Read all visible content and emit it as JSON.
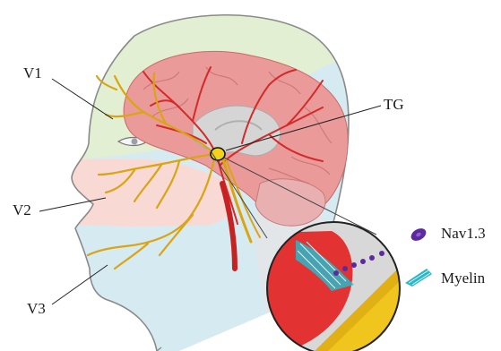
{
  "diagram": {
    "labels": {
      "v1": "V1",
      "v2": "V2",
      "v3": "V3",
      "tg": "TG"
    },
    "legend": [
      {
        "id": "nav13",
        "label": "Nav1.3",
        "icon": "nav1.3-channel-icon",
        "color": "#5b2a9e"
      },
      {
        "id": "myelin",
        "label": "Myelin",
        "icon": "myelin-icon",
        "color": "#2bb7c8"
      }
    ],
    "colors": {
      "v1_region": "#e3efd2",
      "v2_region": "#f9d9d4",
      "v3_region": "#d6eaf2",
      "brain": "#e98a8a",
      "vessel": "#d42a2a",
      "nerve": "#d9a514",
      "ganglion": "#f3d21a"
    }
  }
}
